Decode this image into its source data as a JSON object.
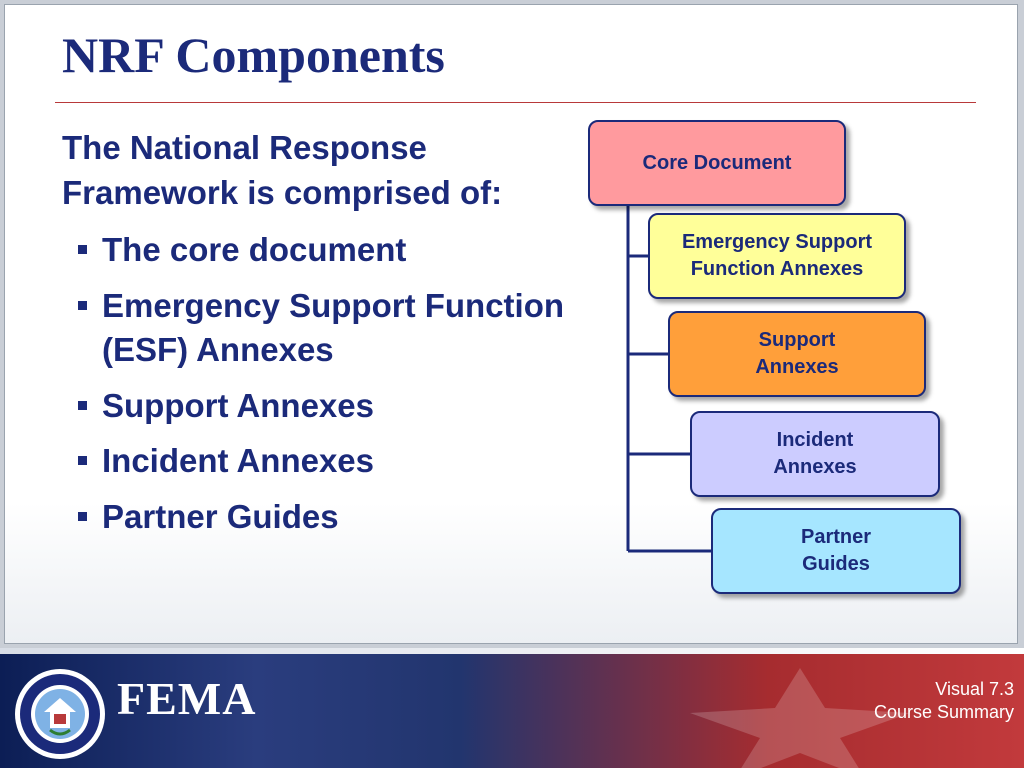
{
  "title": "NRF Components",
  "intro": "The National Response Framework is comprised of:",
  "bullets": [
    "The core document",
    "Emergency Support Function (ESF) Annexes",
    "Support Annexes",
    "Incident Annexes",
    "Partner Guides"
  ],
  "diagram": {
    "colors": {
      "line": "#1b2a7a",
      "core": "#ff9a9e",
      "esf": "#ffff99",
      "support": "#ff9f3a",
      "incident": "#ccccff",
      "partner": "#a6e6ff"
    },
    "nodes": [
      {
        "id": "core",
        "label": "Core Document"
      },
      {
        "id": "esf",
        "label": "Emergency Support\nFunction Annexes"
      },
      {
        "id": "support",
        "label": "Support\nAnnexes"
      },
      {
        "id": "incident",
        "label": "Incident\nAnnexes"
      },
      {
        "id": "partner",
        "label": "Partner\nGuides"
      }
    ],
    "edges": [
      {
        "from": "core",
        "to": "esf"
      },
      {
        "from": "core",
        "to": "support"
      },
      {
        "from": "core",
        "to": "incident"
      },
      {
        "from": "core",
        "to": "partner"
      }
    ]
  },
  "footer": {
    "agency": "FEMA",
    "visual_number": "Visual 7.3",
    "course_section": "Course Summary"
  }
}
